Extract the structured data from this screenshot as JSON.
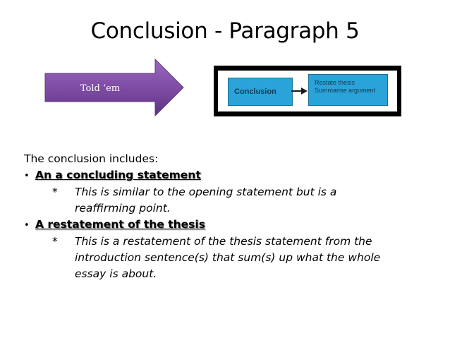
{
  "slide": {
    "title": "Conclusion - Paragraph 5"
  },
  "arrow": {
    "label": "Told ‘em",
    "color_top": "#8b5ab0",
    "color_bottom": "#6d3f92"
  },
  "diagram": {
    "left_box_label": "Conclusion",
    "right_box_lines": [
      "Restate thesis",
      "Summarise argument"
    ],
    "box_color": "#2aa3d8"
  },
  "content": {
    "intro": "The conclusion includes:",
    "bullet_symbol": "•",
    "items": [
      {
        "heading": "An a concluding statement",
        "star": "*",
        "detail_lines": [
          "This is similar to the opening statement but is a",
          "reaffirming point."
        ]
      },
      {
        "heading": "A restatement of the thesis",
        "star": "*",
        "detail_lines": [
          "This is a restatement of the thesis statement from the",
          "introduction sentence(s) that sum(s) up what the whole",
          "essay is about."
        ]
      }
    ]
  }
}
